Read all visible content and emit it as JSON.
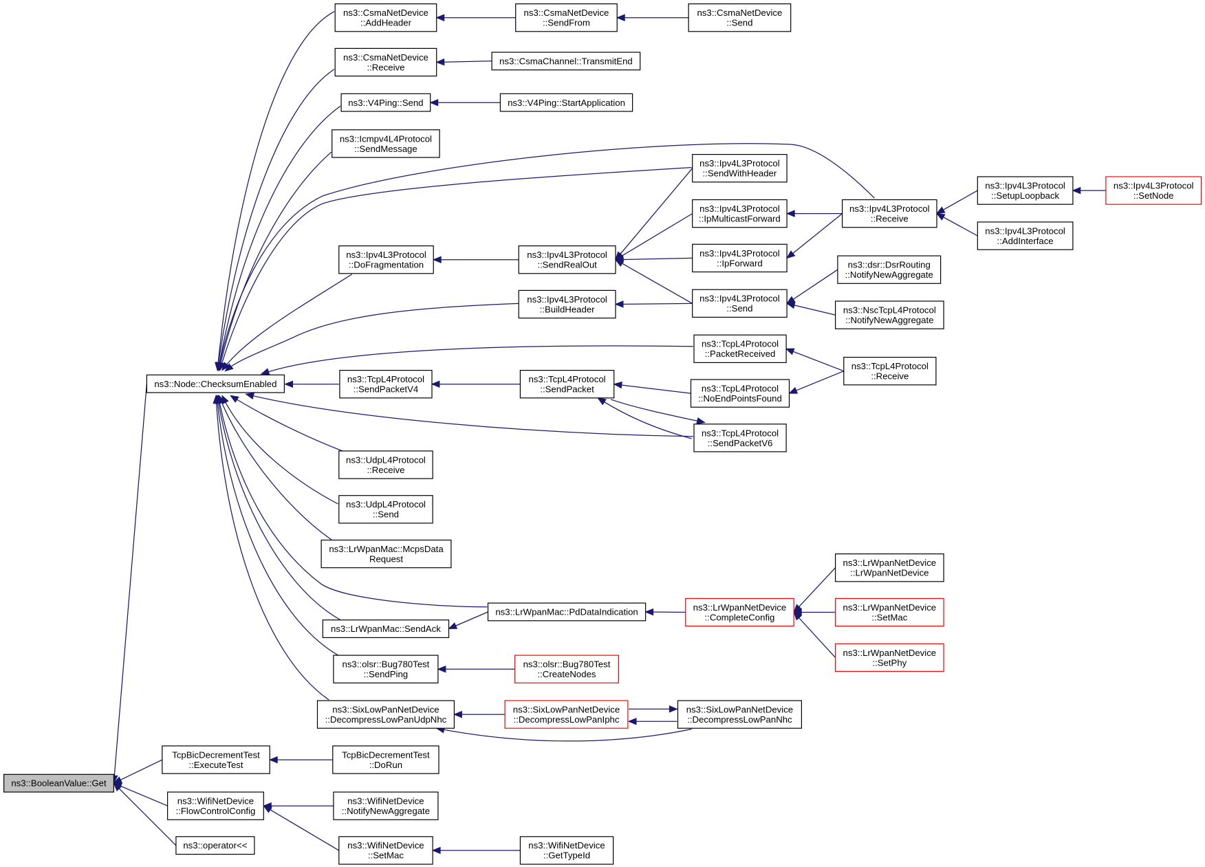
{
  "colors": {
    "edge": "#191970",
    "root_fill": "#bfbfbf",
    "node_border": "#000000",
    "truncated_border": "#ff0000"
  },
  "nodes": [
    {
      "id": "root",
      "lines": [
        "ns3::BooleanValue::Get"
      ],
      "root": true
    },
    {
      "id": "checksum",
      "lines": [
        "ns3::Node::ChecksumEnabled"
      ]
    },
    {
      "id": "tcpbic_exec",
      "lines": [
        "TcpBicDecrementTest",
        "::ExecuteTest"
      ]
    },
    {
      "id": "wifi_flow",
      "lines": [
        "ns3::WifiNetDevice",
        "::FlowControlConfig"
      ]
    },
    {
      "id": "operator",
      "lines": [
        "ns3::operator<<"
      ]
    },
    {
      "id": "csma_addheader",
      "lines": [
        "ns3::CsmaNetDevice",
        "::AddHeader"
      ]
    },
    {
      "id": "csma_receive",
      "lines": [
        "ns3::CsmaNetDevice",
        "::Receive"
      ]
    },
    {
      "id": "v4ping_send",
      "lines": [
        "ns3::V4Ping::Send"
      ]
    },
    {
      "id": "icmp_sendmsg",
      "lines": [
        "ns3::Icmpv4L4Protocol",
        "::SendMessage"
      ]
    },
    {
      "id": "ipv4_dofrag",
      "lines": [
        "ns3::Ipv4L3Protocol",
        "::DoFragmentation"
      ]
    },
    {
      "id": "tcp_sendv4",
      "lines": [
        "ns3::TcpL4Protocol",
        "::SendPacketV4"
      ]
    },
    {
      "id": "udp_receive",
      "lines": [
        "ns3::UdpL4Protocol",
        "::Receive"
      ]
    },
    {
      "id": "udp_send",
      "lines": [
        "ns3::UdpL4Protocol",
        "::Send"
      ]
    },
    {
      "id": "lrmac_mcps",
      "lines": [
        "ns3::LrWpanMac::McpsData",
        "Request"
      ]
    },
    {
      "id": "lrmac_sendack",
      "lines": [
        "ns3::LrWpanMac::SendAck"
      ]
    },
    {
      "id": "olsr_sendping",
      "lines": [
        "ns3::olsr::Bug780Test",
        "::SendPing"
      ]
    },
    {
      "id": "six_udpnhc",
      "lines": [
        "ns3::SixLowPanNetDevice",
        "::DecompressLowPanUdpNhc"
      ]
    },
    {
      "id": "tcpbic_dorun",
      "lines": [
        "TcpBicDecrementTest",
        "::DoRun"
      ]
    },
    {
      "id": "wifi_notify",
      "lines": [
        "ns3::WifiNetDevice",
        "::NotifyNewAggregate"
      ]
    },
    {
      "id": "wifi_setmac",
      "lines": [
        "ns3::WifiNetDevice",
        "::SetMac"
      ]
    },
    {
      "id": "wifi_gettypeid",
      "lines": [
        "ns3::WifiNetDevice",
        "::GetTypeId"
      ]
    },
    {
      "id": "csma_sendfrom",
      "lines": [
        "ns3::CsmaNetDevice",
        "::SendFrom"
      ]
    },
    {
      "id": "csma_send",
      "lines": [
        "ns3::CsmaNetDevice",
        "::Send"
      ]
    },
    {
      "id": "csmach_transmitend",
      "lines": [
        "ns3::CsmaChannel::TransmitEnd"
      ]
    },
    {
      "id": "v4ping_start",
      "lines": [
        "ns3::V4Ping::StartApplication"
      ]
    },
    {
      "id": "ipv4_sendrealout",
      "lines": [
        "ns3::Ipv4L3Protocol",
        "::SendRealOut"
      ]
    },
    {
      "id": "ipv4_buildheader",
      "lines": [
        "ns3::Ipv4L3Protocol",
        "::BuildHeader"
      ]
    },
    {
      "id": "tcp_sendpacket",
      "lines": [
        "ns3::TcpL4Protocol",
        "::SendPacket"
      ]
    },
    {
      "id": "lrmac_pddata",
      "lines": [
        "ns3::LrWpanMac::PdDataIndication"
      ]
    },
    {
      "id": "olsr_createnodes",
      "lines": [
        "ns3::olsr::Bug780Test",
        "::CreateNodes"
      ],
      "truncated": true
    },
    {
      "id": "six_iphc",
      "lines": [
        "ns3::SixLowPanNetDevice",
        "::DecompressLowPanIphc"
      ],
      "truncated": true
    },
    {
      "id": "six_nhc",
      "lines": [
        "ns3::SixLowPanNetDevice",
        "::DecompressLowPanNhc"
      ]
    },
    {
      "id": "ipv4_sendwithheader",
      "lines": [
        "ns3::Ipv4L3Protocol",
        "::SendWithHeader"
      ]
    },
    {
      "id": "ipv4_ipmcast",
      "lines": [
        "ns3::Ipv4L3Protocol",
        "::IpMulticastForward"
      ]
    },
    {
      "id": "ipv4_ipforward",
      "lines": [
        "ns3::Ipv4L3Protocol",
        "::IpForward"
      ]
    },
    {
      "id": "ipv4_send",
      "lines": [
        "ns3::Ipv4L3Protocol",
        "::Send"
      ]
    },
    {
      "id": "tcp_packetrecv",
      "lines": [
        "ns3::TcpL4Protocol",
        "::PacketReceived"
      ]
    },
    {
      "id": "tcp_noendpoints",
      "lines": [
        "ns3::TcpL4Protocol",
        "::NoEndPointsFound"
      ]
    },
    {
      "id": "tcp_sendv6",
      "lines": [
        "ns3::TcpL4Protocol",
        "::SendPacketV6"
      ]
    },
    {
      "id": "lrnd_complete",
      "lines": [
        "ns3::LrWpanNetDevice",
        "::CompleteConfig"
      ],
      "truncated": true
    },
    {
      "id": "ipv4_receive",
      "lines": [
        "ns3::Ipv4L3Protocol",
        "::Receive"
      ]
    },
    {
      "id": "dsr_notify",
      "lines": [
        "ns3::dsr::DsrRouting",
        "::NotifyNewAggregate"
      ]
    },
    {
      "id": "nsctcp_notify",
      "lines": [
        "ns3::NscTcpL4Protocol",
        "::NotifyNewAggregate"
      ]
    },
    {
      "id": "tcp_receive",
      "lines": [
        "ns3::TcpL4Protocol",
        "::Receive"
      ]
    },
    {
      "id": "lrnd_ctor",
      "lines": [
        "ns3::LrWpanNetDevice",
        "::LrWpanNetDevice"
      ]
    },
    {
      "id": "lrnd_setmac",
      "lines": [
        "ns3::LrWpanNetDevice",
        "::SetMac"
      ],
      "truncated": true
    },
    {
      "id": "lrnd_setphy",
      "lines": [
        "ns3::LrWpanNetDevice",
        "::SetPhy"
      ],
      "truncated": true
    },
    {
      "id": "ipv4_setuploop",
      "lines": [
        "ns3::Ipv4L3Protocol",
        "::SetupLoopback"
      ]
    },
    {
      "id": "ipv4_addif",
      "lines": [
        "ns3::Ipv4L3Protocol",
        "::AddInterface"
      ]
    },
    {
      "id": "ipv4_setnode",
      "lines": [
        "ns3::Ipv4L3Protocol",
        "::SetNode"
      ],
      "truncated": true
    }
  ],
  "edges": [
    {
      "from": "checksum",
      "to": "root"
    },
    {
      "from": "tcpbic_exec",
      "to": "root"
    },
    {
      "from": "wifi_flow",
      "to": "root"
    },
    {
      "from": "operator",
      "to": "root"
    },
    {
      "from": "csma_addheader",
      "to": "checksum"
    },
    {
      "from": "csma_receive",
      "to": "checksum"
    },
    {
      "from": "v4ping_send",
      "to": "checksum"
    },
    {
      "from": "icmp_sendmsg",
      "to": "checksum"
    },
    {
      "from": "ipv4_sendwithheader",
      "to": "checksum"
    },
    {
      "from": "ipv4_receive",
      "to": "checksum"
    },
    {
      "from": "ipv4_dofrag",
      "to": "checksum"
    },
    {
      "from": "ipv4_buildheader",
      "to": "checksum"
    },
    {
      "from": "tcp_packetrecv",
      "to": "checksum"
    },
    {
      "from": "tcp_sendv4",
      "to": "checksum"
    },
    {
      "from": "tcp_sendv6",
      "to": "checksum"
    },
    {
      "from": "udp_receive",
      "to": "checksum"
    },
    {
      "from": "udp_send",
      "to": "checksum"
    },
    {
      "from": "lrmac_mcps",
      "to": "checksum"
    },
    {
      "from": "lrmac_pddata",
      "to": "checksum"
    },
    {
      "from": "lrmac_sendack",
      "to": "checksum"
    },
    {
      "from": "olsr_sendping",
      "to": "checksum"
    },
    {
      "from": "six_udpnhc",
      "to": "checksum"
    },
    {
      "from": "tcpbic_dorun",
      "to": "tcpbic_exec"
    },
    {
      "from": "wifi_notify",
      "to": "wifi_flow"
    },
    {
      "from": "wifi_setmac",
      "to": "wifi_flow"
    },
    {
      "from": "wifi_gettypeid",
      "to": "wifi_setmac"
    },
    {
      "from": "csma_sendfrom",
      "to": "csma_addheader"
    },
    {
      "from": "csma_send",
      "to": "csma_sendfrom"
    },
    {
      "from": "csmach_transmitend",
      "to": "csma_receive"
    },
    {
      "from": "v4ping_start",
      "to": "v4ping_send"
    },
    {
      "from": "ipv4_sendrealout",
      "to": "ipv4_dofrag"
    },
    {
      "from": "ipv4_sendwithheader",
      "to": "ipv4_sendrealout"
    },
    {
      "from": "ipv4_ipmcast",
      "to": "ipv4_sendrealout"
    },
    {
      "from": "ipv4_ipforward",
      "to": "ipv4_sendrealout"
    },
    {
      "from": "ipv4_send",
      "to": "ipv4_sendrealout"
    },
    {
      "from": "ipv4_send",
      "to": "ipv4_buildheader"
    },
    {
      "from": "ipv4_receive",
      "to": "ipv4_ipmcast"
    },
    {
      "from": "ipv4_receive",
      "to": "ipv4_ipforward"
    },
    {
      "from": "dsr_notify",
      "to": "ipv4_send"
    },
    {
      "from": "nsctcp_notify",
      "to": "ipv4_send"
    },
    {
      "from": "ipv4_setuploop",
      "to": "ipv4_receive"
    },
    {
      "from": "ipv4_addif",
      "to": "ipv4_receive"
    },
    {
      "from": "ipv4_setnode",
      "to": "ipv4_setuploop"
    },
    {
      "from": "tcp_sendpacket",
      "to": "tcp_sendv4"
    },
    {
      "from": "tcp_noendpoints",
      "to": "tcp_sendpacket"
    },
    {
      "from": "tcp_sendv6",
      "to": "tcp_sendpacket"
    },
    {
      "from": "tcp_sendpacket",
      "to": "tcp_sendv6"
    },
    {
      "from": "tcp_receive",
      "to": "tcp_packetrecv"
    },
    {
      "from": "tcp_receive",
      "to": "tcp_noendpoints"
    },
    {
      "from": "lrmac_pddata",
      "to": "lrmac_sendack"
    },
    {
      "from": "lrnd_complete",
      "to": "lrmac_pddata"
    },
    {
      "from": "lrnd_ctor",
      "to": "lrnd_complete"
    },
    {
      "from": "lrnd_setmac",
      "to": "lrnd_complete"
    },
    {
      "from": "lrnd_setphy",
      "to": "lrnd_complete"
    },
    {
      "from": "olsr_createnodes",
      "to": "olsr_sendping"
    },
    {
      "from": "six_iphc",
      "to": "six_udpnhc"
    },
    {
      "from": "six_nhc",
      "to": "six_udpnhc"
    },
    {
      "from": "six_nhc",
      "to": "six_iphc"
    },
    {
      "from": "six_iphc",
      "to": "six_nhc"
    }
  ]
}
